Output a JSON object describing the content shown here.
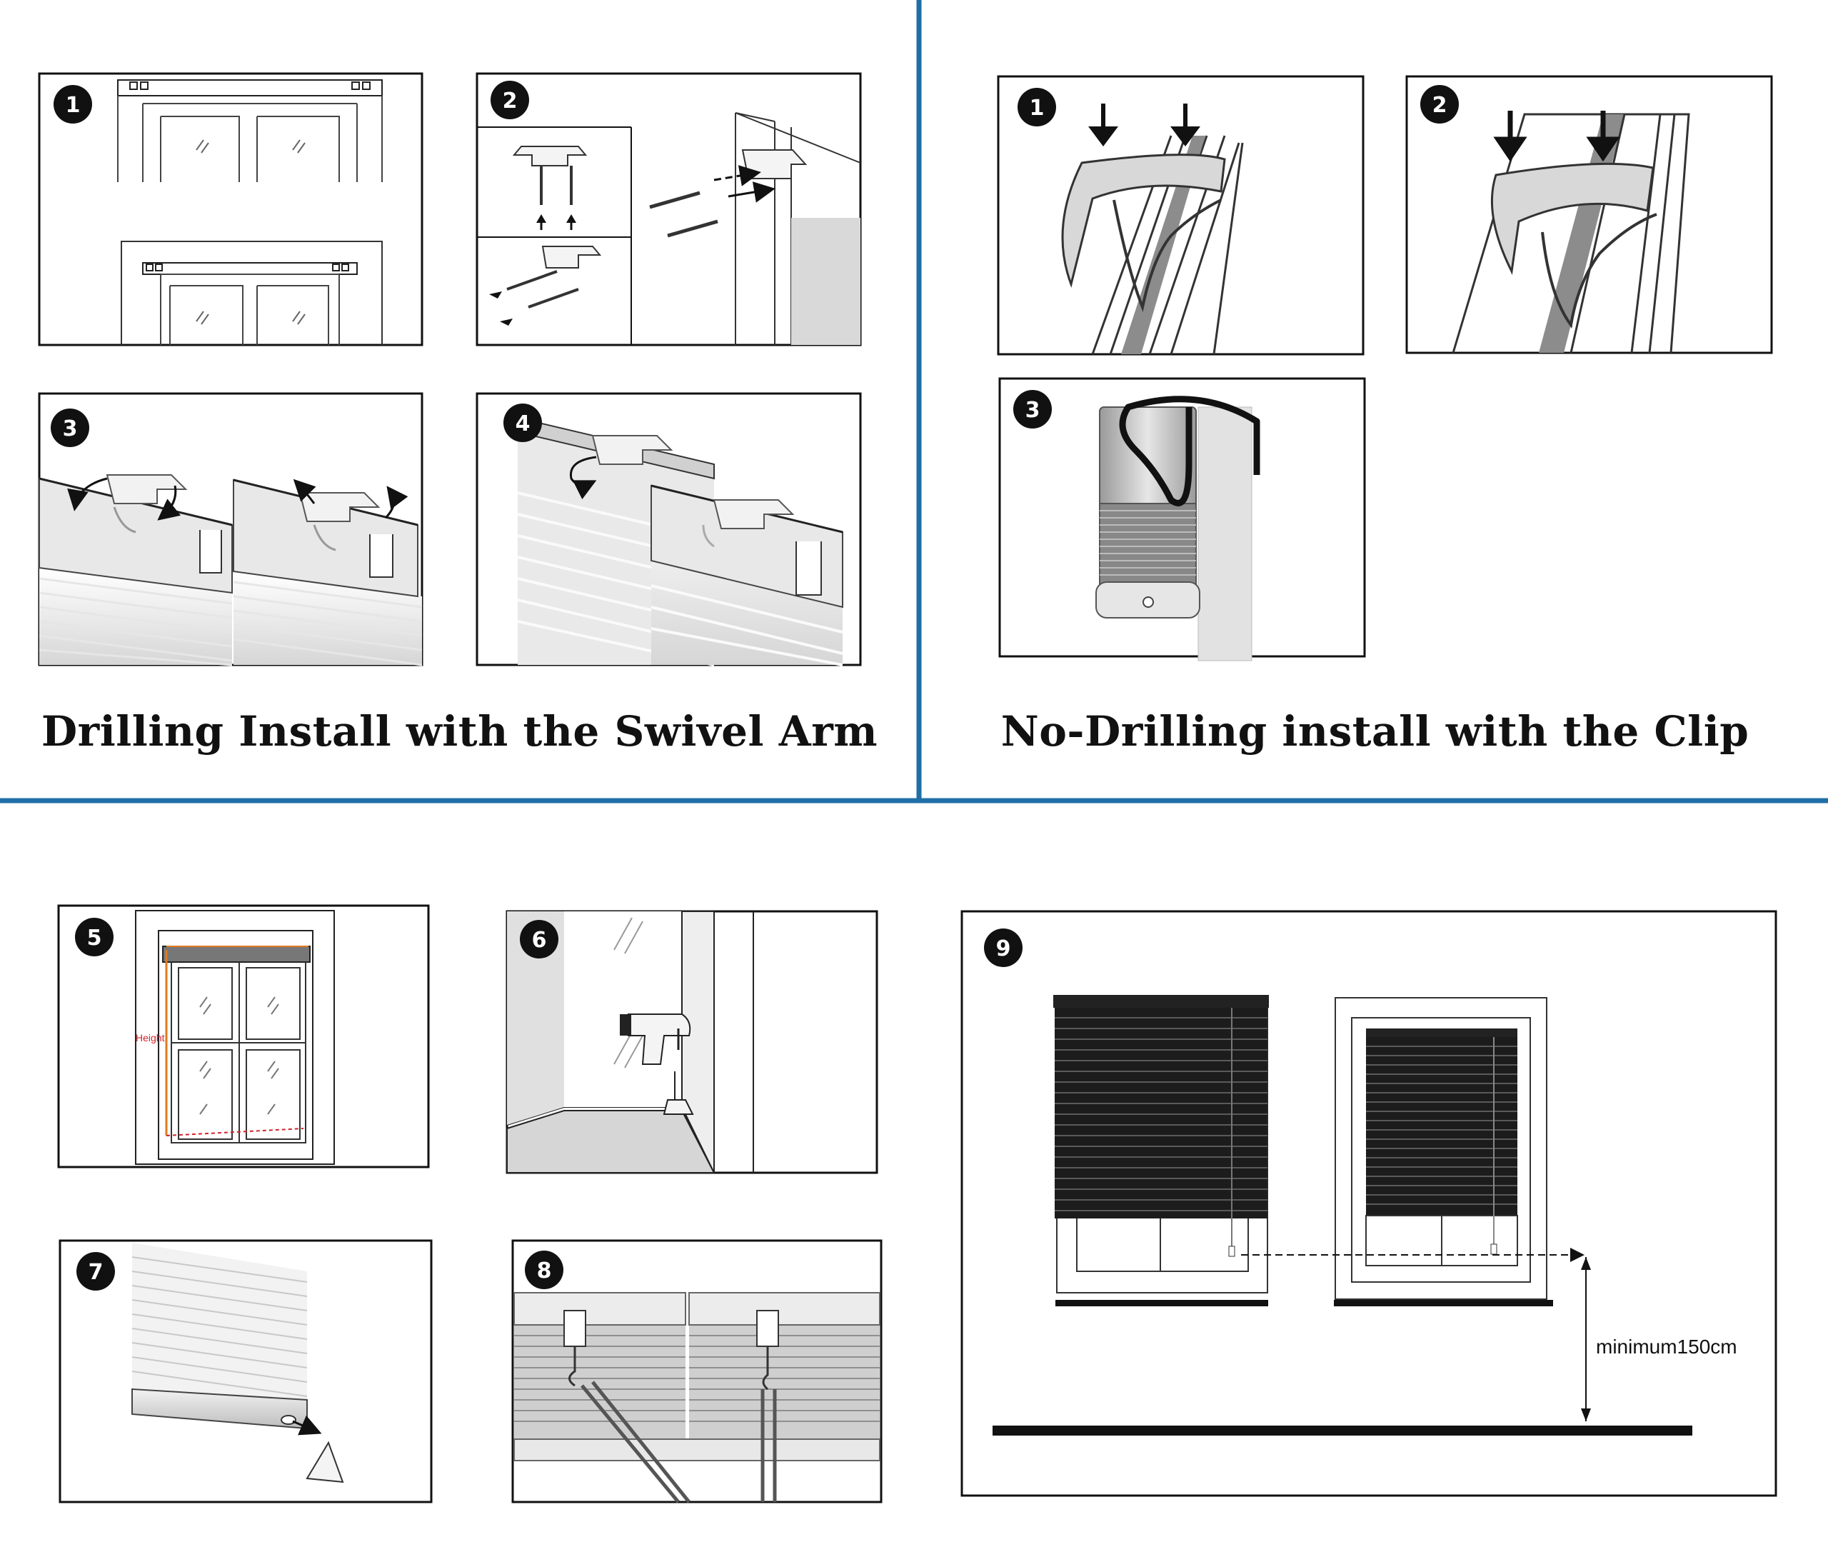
{
  "headings": {
    "drilling": "Drilling Install with the Swivel Arm",
    "no_drilling": "No-Drilling install with the Clip"
  },
  "drilling_steps": [
    "1",
    "2",
    "3",
    "4"
  ],
  "clip_steps": [
    "1",
    "2",
    "3"
  ],
  "bottom_steps": [
    "5",
    "6",
    "7",
    "8",
    "9"
  ],
  "labels": {
    "height": "Height",
    "minimum": "minimum150cm"
  },
  "colors": {
    "divider": "#1f6fa6",
    "line": "#111111",
    "blind_dark": "#1c1c1c",
    "panel_grey": "#d9d9d9",
    "measure_red": "#d2232a",
    "measure_orange": "#e07a1f"
  },
  "icons": [
    "arrow-down-icon",
    "curved-arrow-icon",
    "drill-icon",
    "dashed-arrow-icon",
    "double-arrow-icon"
  ]
}
